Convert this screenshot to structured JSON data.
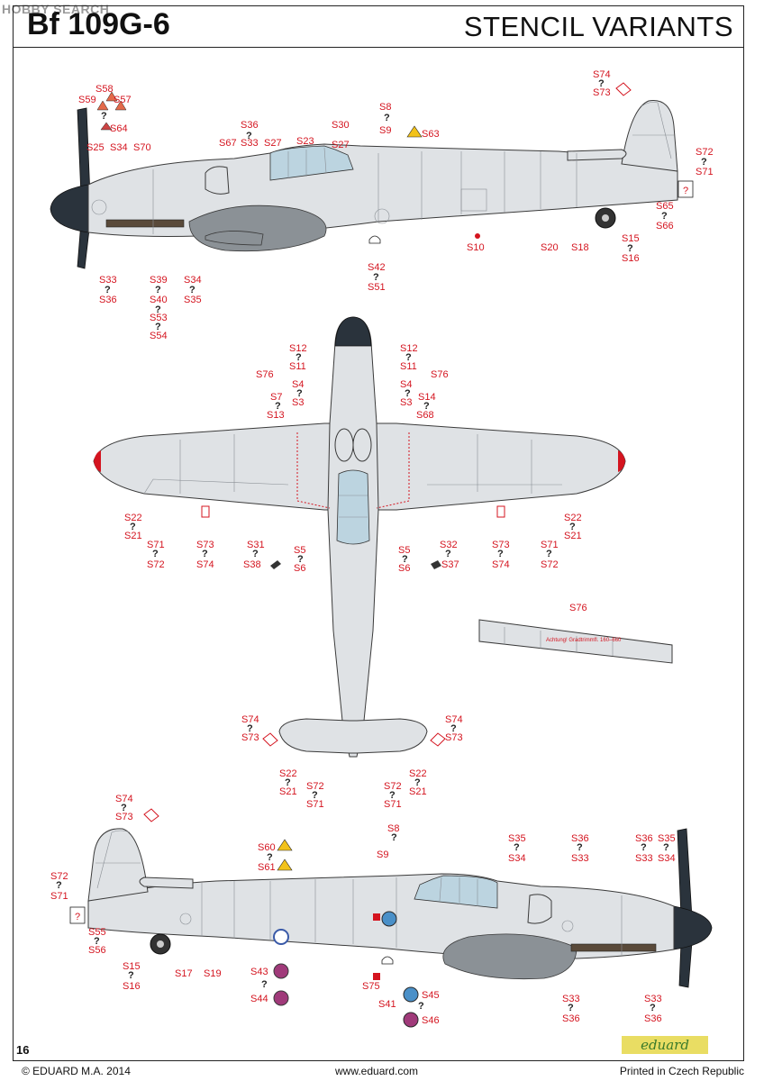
{
  "header": {
    "watermark": "HOBBY SEARCH",
    "title_left": "Bf 109G-6",
    "title_right": "STENCIL VARIANTS"
  },
  "footer": {
    "page_number": "16",
    "copyright": "© EDUARD M.A. 2014",
    "website": "www.eduard.com",
    "printed": "Printed in Czech Republic",
    "brand_logo": "eduard"
  },
  "colors": {
    "label_red": "#d4141f",
    "airframe_grey": "#dfe2e5",
    "spinner": "#2a333c",
    "canopy": "#bcd4e0"
  },
  "views": {
    "left_side": {
      "labels": {
        "S59": "S59",
        "S58": "S58",
        "S57": "S57",
        "q1": "?",
        "S64": "S64",
        "S25": "S25",
        "S34a": "S34",
        "S70": "S70",
        "S36": "S36",
        "q2": "?",
        "S67": "S67",
        "S33a": "S33",
        "S27a": "S27",
        "S23": "S23",
        "S30": "S30",
        "S27b": "S27",
        "S8": "S8",
        "q3": "?",
        "S9": "S9",
        "S63": "S63",
        "S74": "S74",
        "q4": "?",
        "S73": "S73",
        "S72": "S72",
        "q5": "?",
        "S71": "S71",
        "S65": "S65",
        "q6": "?",
        "S66": "S66",
        "S15": "S15",
        "q7": "?",
        "S16": "S16",
        "S10": "S10",
        "S20": "S20",
        "S18": "S18",
        "S42": "S42",
        "q8": "?",
        "S51": "S51",
        "S33b": "S33",
        "q9": "?",
        "S36b": "S36",
        "S39": "S39",
        "q10": "?",
        "S40": "S40",
        "q11": "?",
        "S53": "S53",
        "q12": "?",
        "S54": "S54",
        "S34b": "S34",
        "q13": "?",
        "S35": "S35",
        "boxq": "?"
      }
    },
    "top_view": {
      "labels": {
        "S12a": "S12",
        "q1": "?",
        "S11a": "S11",
        "S12b": "S12",
        "q2": "?",
        "S11b": "S11",
        "S76a": "S76",
        "S4a": "S4",
        "q3": "?",
        "S3a": "S3",
        "S7": "S7",
        "q4": "?",
        "S13": "S13",
        "S4b": "S4",
        "q5": "?",
        "S3b": "S3",
        "S76b": "S76",
        "S14": "S14",
        "q6": "?",
        "S68": "S68",
        "S22a": "S22",
        "q7": "?",
        "S21a": "S21",
        "S71a": "S71",
        "q8": "?",
        "S72a": "S72",
        "S73a": "S73",
        "q9": "?",
        "S74a": "S74",
        "S31": "S31",
        "q10": "?",
        "S38": "S38",
        "S5a": "S5",
        "q11": "?",
        "S6a": "S6",
        "S5b": "S5",
        "q12": "?",
        "S6b": "S6",
        "S32": "S32",
        "q13": "?",
        "S37": "S37",
        "S73b": "S73",
        "q14": "?",
        "S74b": "S74",
        "S71b": "S71",
        "q15": "?",
        "S72b": "S72",
        "S22b": "S22",
        "q16": "?",
        "S21b": "S21",
        "S76c": "S76",
        "S74c": "S74",
        "q17": "?",
        "S73c": "S73",
        "S74d": "S74",
        "q18": "?",
        "S73d": "S73",
        "S22c": "S22",
        "q19": "?",
        "S21c": "S21",
        "S72c": "S72",
        "q20": "?",
        "S71c": "S71",
        "S22d": "S22",
        "q21": "?",
        "S21d": "S21",
        "S72d": "S72",
        "q22": "?",
        "S71d": "S71"
      },
      "detail_text": "Achtung! Gradtrimmfl. 160–660"
    },
    "right_side": {
      "labels": {
        "S74": "S74",
        "q1": "?",
        "S73": "S73",
        "S72": "S72",
        "q2": "?",
        "S71": "S71",
        "S55": "S55",
        "q3": "?",
        "S56": "S56",
        "S15": "S15",
        "q4": "?",
        "S16": "S16",
        "S17": "S17",
        "S19": "S19",
        "S60": "S60",
        "q5": "?",
        "S61": "S61",
        "S8": "S8",
        "q6": "?",
        "S9": "S9",
        "S43": "S43",
        "q7": "?",
        "S44": "S44",
        "S75": "S75",
        "S41": "S41",
        "S45": "S45",
        "q8": "?",
        "S46": "S46",
        "S35a": "S35",
        "q9": "?",
        "S34a": "S34",
        "S36a": "S36",
        "q10": "?",
        "S33a": "S33",
        "S36b": "S36",
        "q11": "?",
        "S33b": "S33",
        "S35b": "S35",
        "q12": "?",
        "S34b": "S34",
        "S33c": "S33",
        "q13": "?",
        "S36c": "S36",
        "S33d": "S33",
        "q14": "?",
        "S36d": "S36",
        "boxq": "?"
      }
    }
  }
}
